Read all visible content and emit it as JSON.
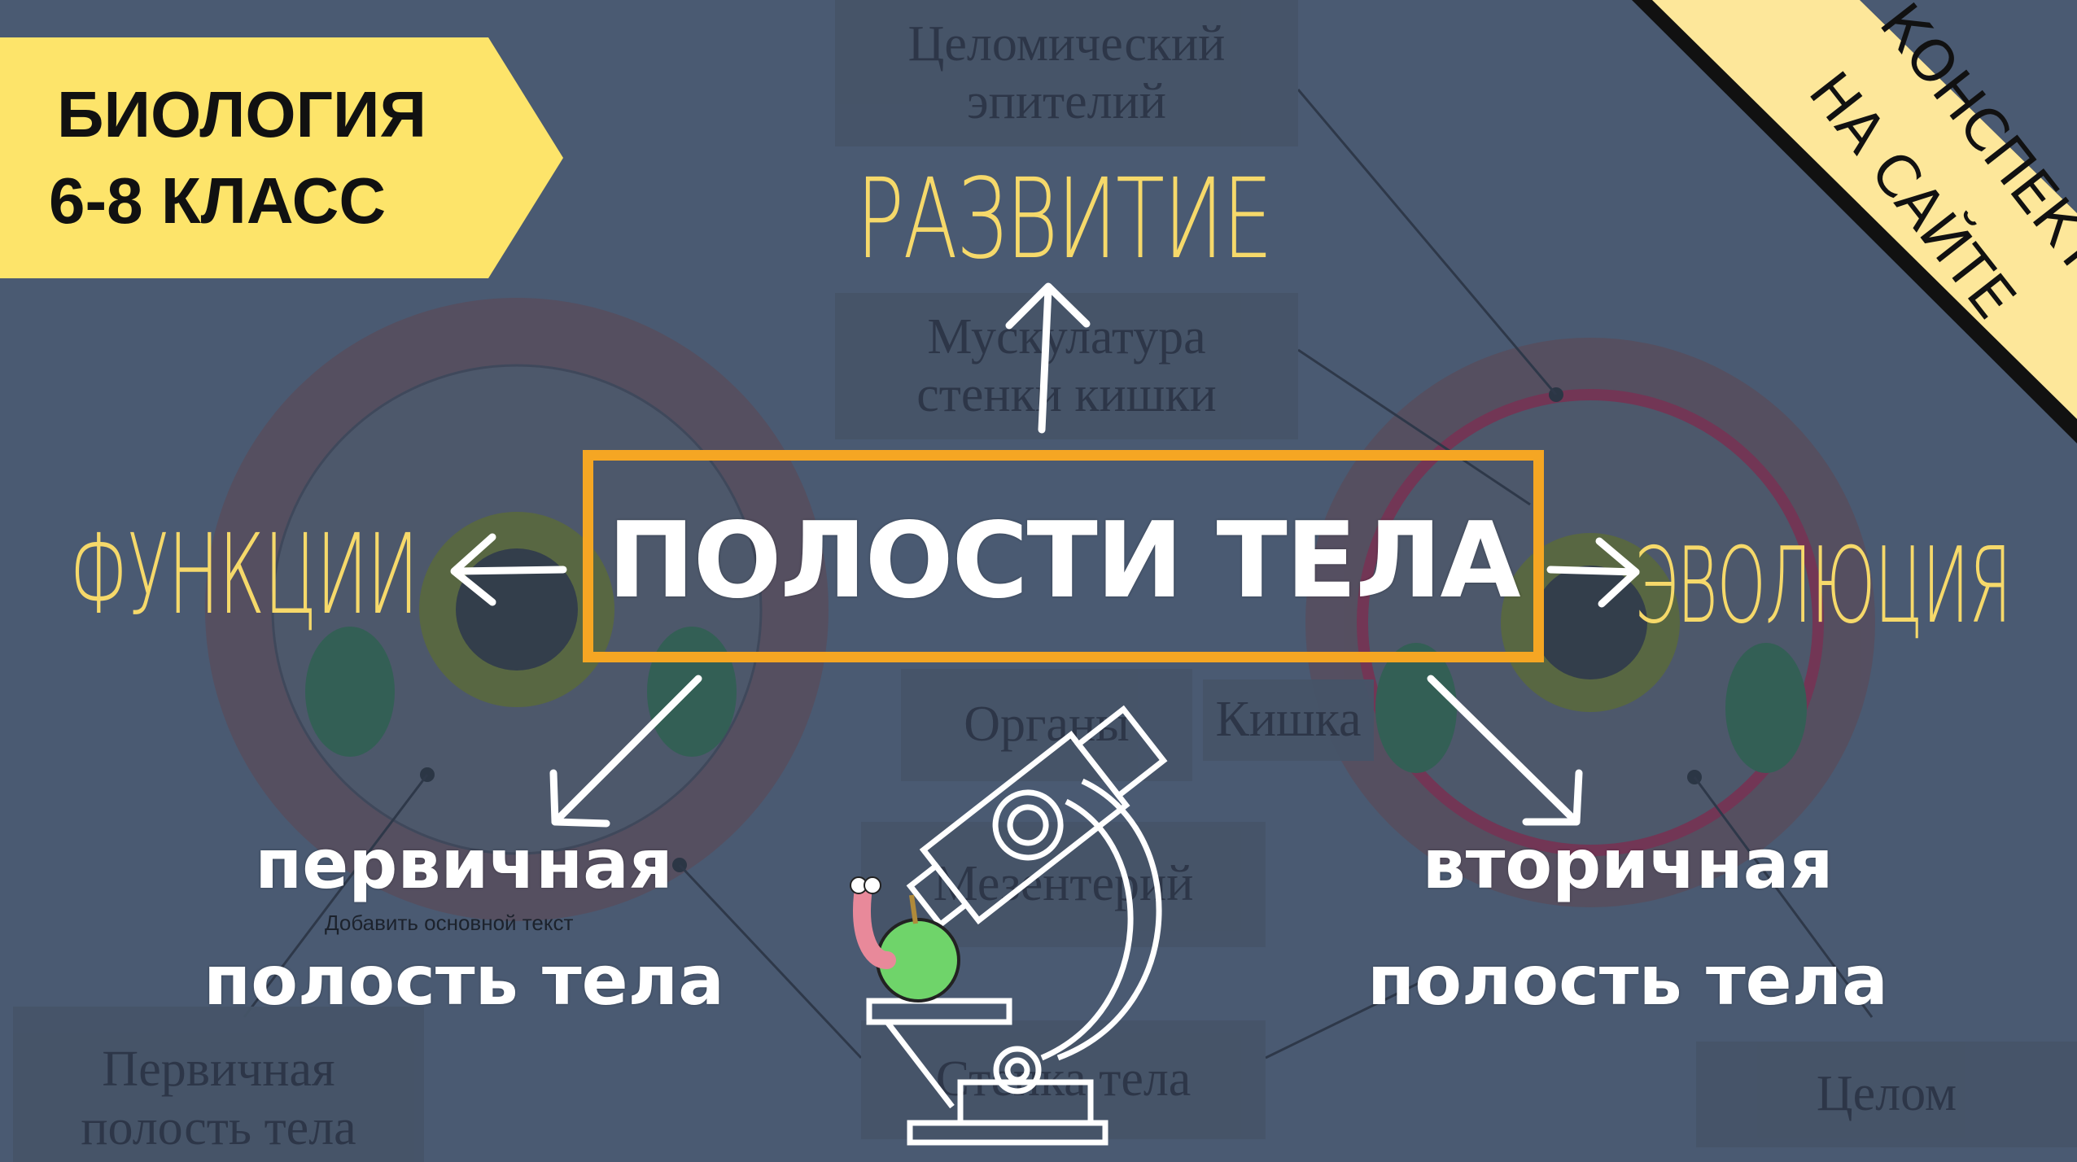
{
  "banner": {
    "line1": "БИОЛОГИЯ",
    "line2": "6-8 КЛАСС"
  },
  "ribbon": {
    "line1": "КОНСПЕКТ",
    "line2": "НА САЙТЕ"
  },
  "center_title": "ПОЛОСТИ ТЕЛА",
  "branches": {
    "top": "РАЗВИТИЕ",
    "left": "ФУНКЦИИ",
    "right": "ЭВОЛЮЦИЯ",
    "bottom_left": {
      "line1": "первичная",
      "line2": "полость тела"
    },
    "bottom_right": {
      "line1": "вторичная",
      "line2": "полость тела"
    }
  },
  "placeholder_text": "Добавить основной текст",
  "background_labels": {
    "coelom_epithelium": {
      "line1": "Целомический",
      "line2": "эпителий"
    },
    "gut_muscles": {
      "line1": "Мускулатура",
      "line2": "стенки кишки"
    },
    "gut": "Кишка",
    "organs": "Органы",
    "mesentery": "Мезентерий",
    "body_wall": "Стенка тела",
    "primary_cavity": {
      "line1": "Первичная",
      "line2": "полость тела"
    },
    "coelom": "Целом"
  },
  "colors": {
    "background": "#4a5a72",
    "accent_yellow": "#f6d96a",
    "frame_orange": "#f5a623",
    "banner_yellow": "#fde46a"
  }
}
